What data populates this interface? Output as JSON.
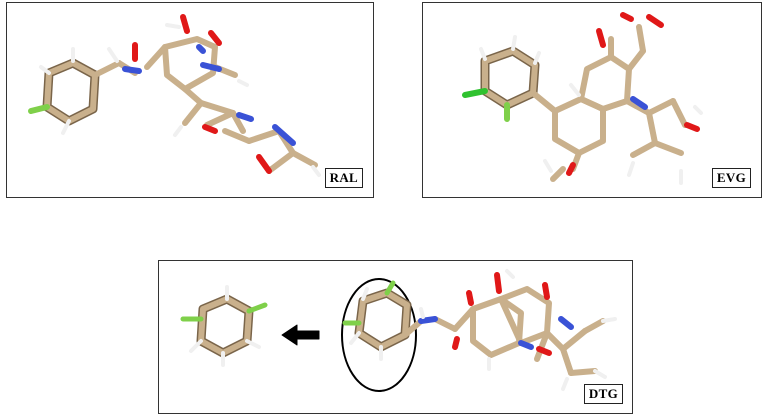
{
  "panels": {
    "ral": {
      "label": "RAL"
    },
    "evg": {
      "label": "EVG"
    },
    "dtg": {
      "label": "DTG"
    }
  },
  "colors": {
    "carbon": "#c9b08c",
    "carbon_edge": "#7a654a",
    "nitrogen": "#3a52d6",
    "oxygen": "#e01818",
    "fluorine": "#7fd04a",
    "chlorine": "#2fc22f",
    "hydrogen": "#f0f0f0",
    "arrow": "#000000"
  }
}
